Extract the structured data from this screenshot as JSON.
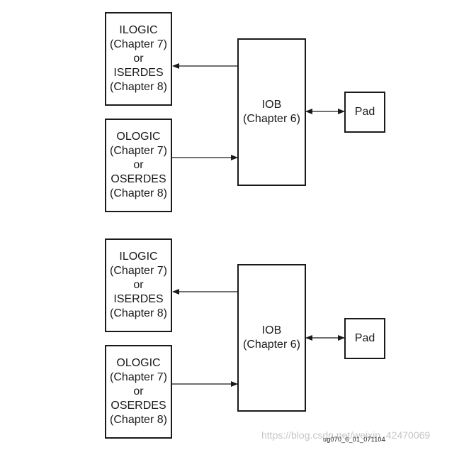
{
  "diagrams": [
    {
      "ilogic": {
        "line1": "ILOGIC",
        "line2": "(Chapter 7)",
        "line3": "or",
        "line4": "ISERDES",
        "line5": "(Chapter 8)"
      },
      "ologic": {
        "line1": "OLOGIC",
        "line2": "(Chapter 7)",
        "line3": "or",
        "line4": "OSERDES",
        "line5": "(Chapter 8)"
      },
      "iob": {
        "line1": "IOB",
        "line2": "(Chapter 6)"
      },
      "pad": {
        "label": "Pad"
      }
    },
    {
      "ilogic": {
        "line1": "ILOGIC",
        "line2": "(Chapter 7)",
        "line3": "or",
        "line4": "ISERDES",
        "line5": "(Chapter 8)"
      },
      "ologic": {
        "line1": "OLOGIC",
        "line2": "(Chapter 7)",
        "line3": "or",
        "line4": "OSERDES",
        "line5": "(Chapter 8)"
      },
      "iob": {
        "line1": "IOB",
        "line2": "(Chapter 6)"
      },
      "pad": {
        "label": "Pad"
      }
    }
  ],
  "figure_id": "ug070_6_01_071104",
  "watermark": "https://blog.csdn.net/weixin_42470069",
  "colors": {
    "stroke": "#1a1a1a",
    "background": "#ffffff"
  }
}
